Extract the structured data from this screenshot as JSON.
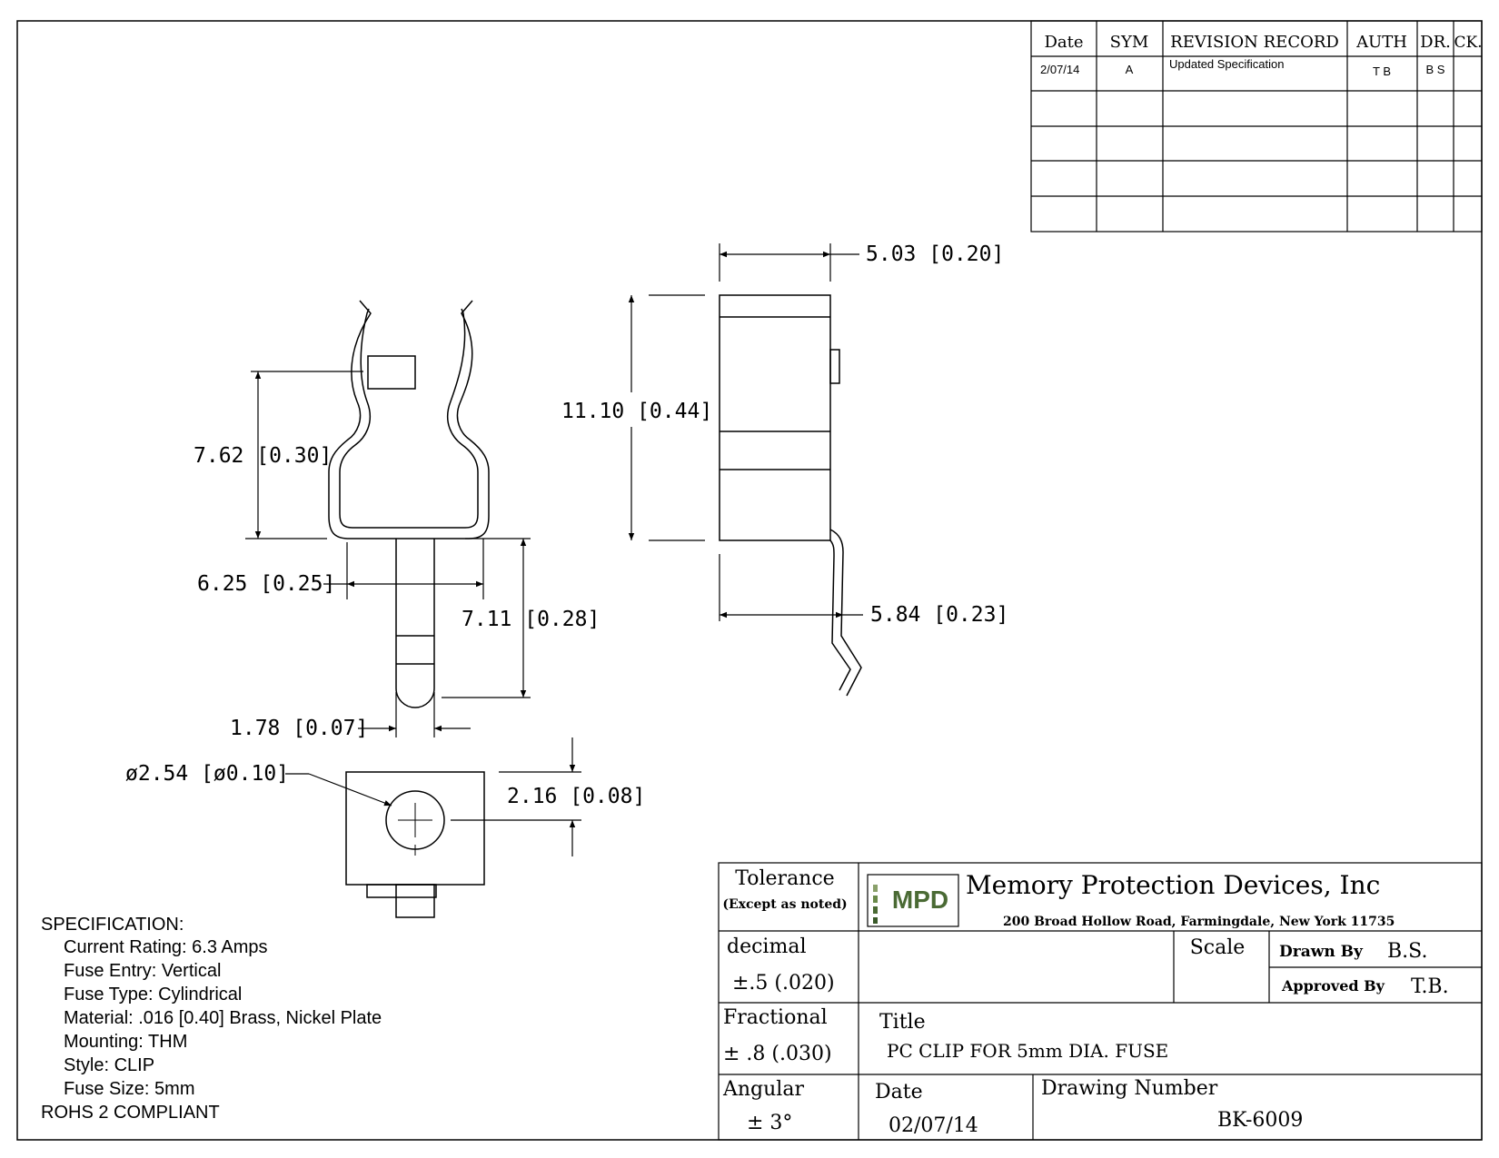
{
  "revision_table": {
    "headers": {
      "date": "Date",
      "sym": "SYM",
      "record": "REVISION RECORD",
      "auth": "AUTH",
      "dr": "DR.",
      "ck": "CK."
    },
    "rows": [
      {
        "date": "2/07/14",
        "sym": "A",
        "record": "Updated Specification",
        "auth": "T B",
        "dr": "B S",
        "ck": ""
      }
    ]
  },
  "dimensions": {
    "clip_height": "7.62 [0.30]",
    "clip_width": "6.25 [0.25]",
    "pin_length": "7.11 [0.28]",
    "pin_width": "1.78 [0.07]",
    "hole_diameter": "ø2.54 [ø0.10]",
    "hole_offset": "2.16 [0.08]",
    "side_width": "5.03 [0.20]",
    "side_height": "11.10 [0.44]",
    "side_lead": "5.84 [0.23]"
  },
  "specification": {
    "heading": "SPECIFICATION:",
    "lines": [
      "Current Rating: 6.3 Amps",
      "Fuse Entry: Vertical",
      "Fuse Type: Cylindrical",
      "Material: .016 [0.40] Brass, Nickel Plate",
      "Mounting: THM",
      "Style: CLIP",
      "Fuse Size: 5mm"
    ],
    "compliance": "ROHS 2 COMPLIANT"
  },
  "title_block": {
    "tolerance_label": "Tolerance",
    "tolerance_note": "(Except as noted)",
    "logo_text": "MPD",
    "company": "Memory Protection Devices, Inc",
    "address": "200 Broad Hollow Road, Farmingdale, New York 11735",
    "decimal_label": "decimal",
    "decimal_value": "±.5 (.020)",
    "scale_label": "Scale",
    "drawn_by_label": "Drawn By",
    "drawn_by": "B.S.",
    "approved_by_label": "Approved By",
    "approved_by": "T.B.",
    "fractional_label": "Fractional",
    "fractional_value": "± .8 (.030)",
    "title_label": "Title",
    "title": "PC CLIP FOR 5mm DIA. FUSE",
    "angular_label": "Angular",
    "angular_value": "± 3°",
    "date_label": "Date",
    "date": "02/07/14",
    "drawing_number_label": "Drawing Number",
    "drawing_number": "BK-6009"
  },
  "colors": {
    "line": "#000000",
    "logo_green_dark": "#3a5a2a",
    "logo_green_light": "#8aa06a"
  }
}
